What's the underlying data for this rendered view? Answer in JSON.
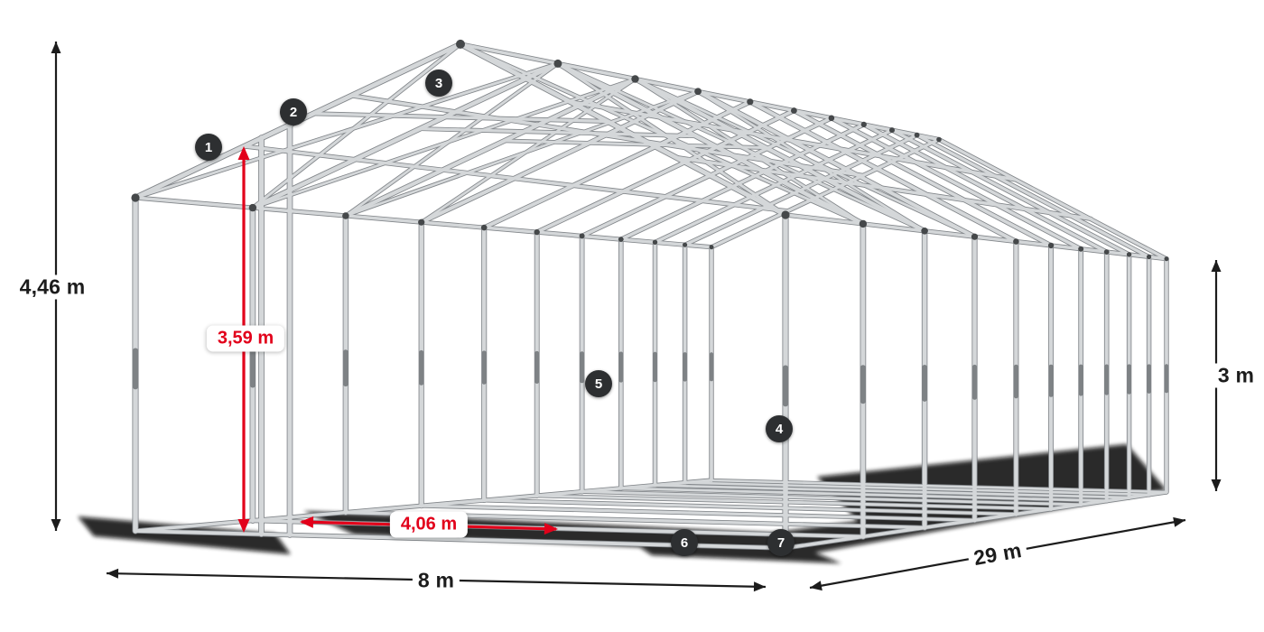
{
  "diagram": {
    "dimensions": {
      "total_height": "4,46 m",
      "inner_height": "3,59 m",
      "side_height": "3 m",
      "width": "8 m",
      "length": "29 m",
      "entrance_width": "4,06 m"
    },
    "markers": [
      {
        "label": "1"
      },
      {
        "label": "2"
      },
      {
        "label": "3"
      },
      {
        "label": "4"
      },
      {
        "label": "5"
      },
      {
        "label": "6"
      },
      {
        "label": "7"
      }
    ],
    "colors": {
      "dimension_black": "#1c1c1c",
      "dimension_red": "#e2001a",
      "marker_background": "#2d2f31",
      "tube_light": "#d4d7d9",
      "tube_dark": "#82868a"
    }
  }
}
